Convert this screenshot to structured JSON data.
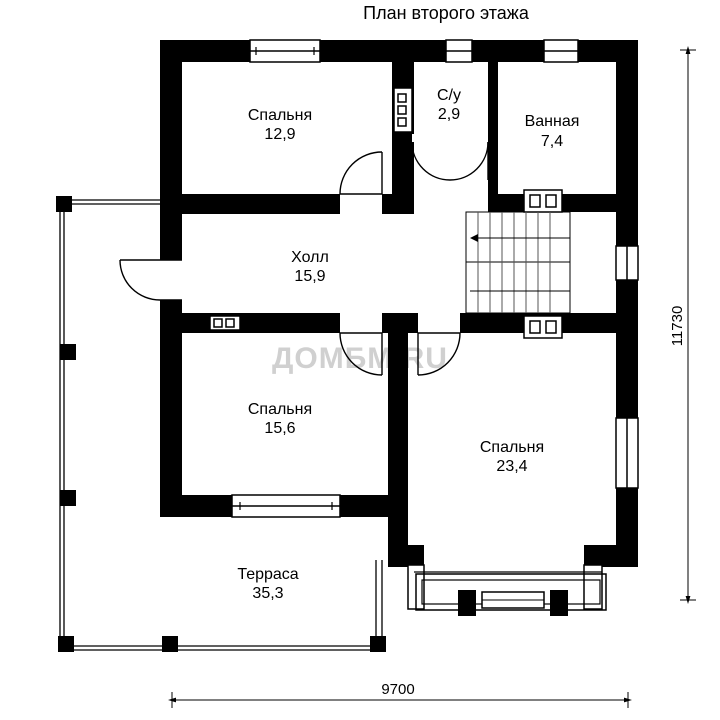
{
  "title": "План второго этажа",
  "watermark": "ДОМБМ.RU",
  "dimensions": {
    "width": "9700",
    "height": "11730"
  },
  "rooms": [
    {
      "name": "Спальня",
      "area": "12,9"
    },
    {
      "name": "С/у",
      "area": "2,9"
    },
    {
      "name": "Ванная",
      "area": "7,4"
    },
    {
      "name": "Холл",
      "area": "15,9"
    },
    {
      "name": "Спальня",
      "area": "15,6"
    },
    {
      "name": "Спальня",
      "area": "23,4"
    },
    {
      "name": "Терраса",
      "area": "35,3"
    }
  ]
}
